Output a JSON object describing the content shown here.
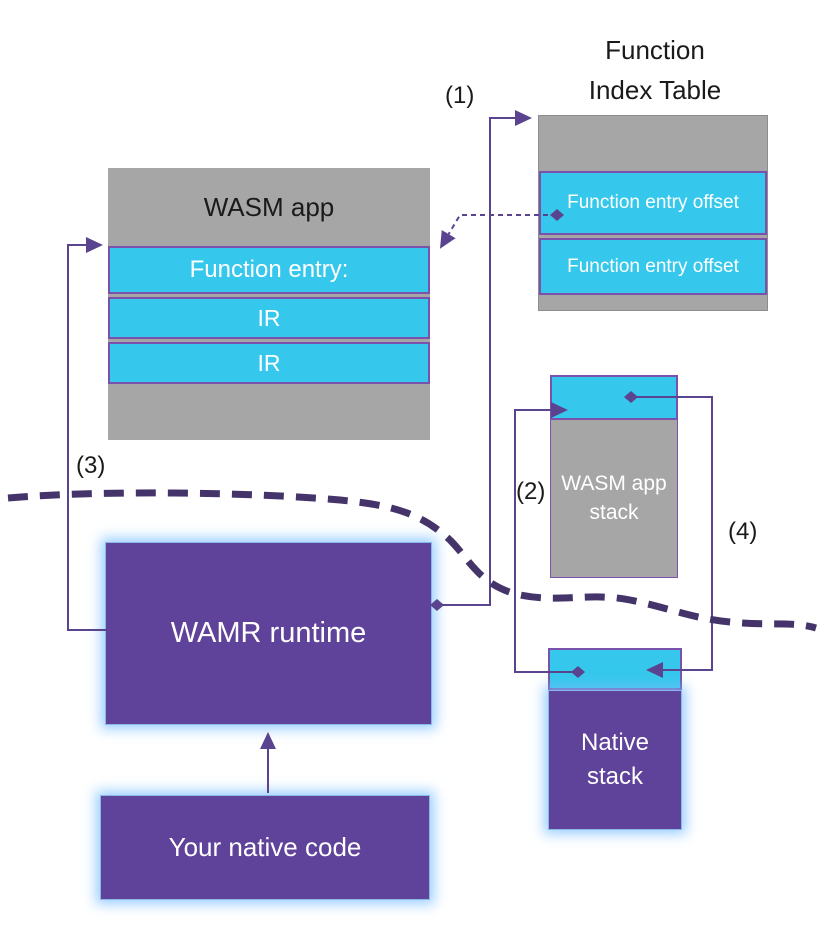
{
  "fit_title": {
    "line1": "Function",
    "line2": "Index Table"
  },
  "markers": {
    "m1": "(1)",
    "m2": "(2)",
    "m3": "(3)",
    "m4": "(4)"
  },
  "wasm_app": {
    "header": "WASM app",
    "rows": [
      "Function entry:",
      "IR",
      "IR"
    ]
  },
  "function_index_table": {
    "rows": [
      "Function entry offset",
      "Function entry offset"
    ]
  },
  "wasm_app_stack": {
    "label": "WASM app stack"
  },
  "native_stack": {
    "label": "Native stack"
  },
  "wamr_runtime": {
    "label": "WAMR runtime"
  },
  "your_native_code": {
    "label": "Your native code"
  },
  "colors": {
    "gray": "#a6a6a6",
    "cyan": "#35c8ec",
    "purple": "#5f4299",
    "row_border": "#7b52ab",
    "connector": "#5a4490",
    "boundary_dash": "#44346a",
    "glow": "#8ab8e8"
  }
}
